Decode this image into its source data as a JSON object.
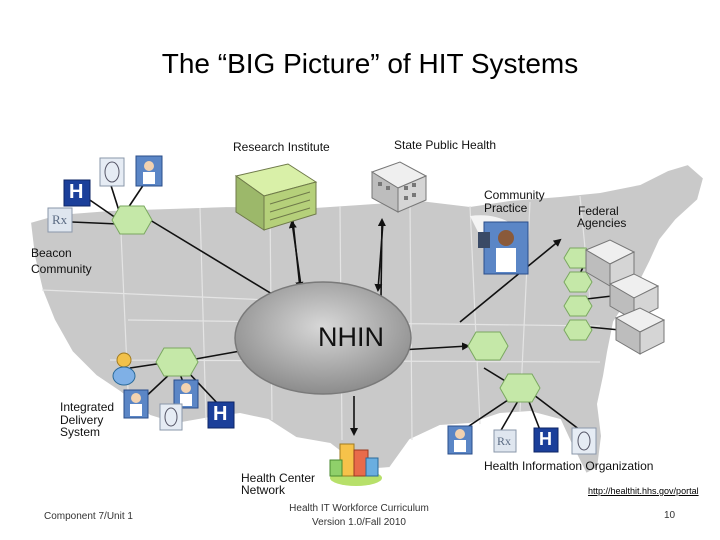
{
  "slide": {
    "title": "The “BIG Picture” of HIT Systems"
  },
  "nodes": {
    "research_institute": "Research Institute",
    "state_public_health": "State Public Health",
    "community_practice": [
      "Community",
      "Practice"
    ],
    "federal_agencies": [
      "Federal",
      "Agencies"
    ],
    "beacon_community": [
      "Beacon",
      "Community"
    ],
    "hub": "NHIN",
    "integrated_delivery": [
      "Integrated",
      "Delivery",
      "System"
    ],
    "health_center": [
      "Health Center",
      "Network"
    ],
    "hio": "Health Information Organization"
  },
  "icons": {
    "hospital_letter": "H",
    "pharmacy_letter": "Rx"
  },
  "footer": {
    "left": "Component 7/Unit 1",
    "center": [
      "Health IT Workforce Curriculum",
      "Version 1.0/Fall 2010"
    ],
    "url": "http://healthit.hhs.gov/portal",
    "page": "10"
  },
  "colors": {
    "map_fill": "#c9c9c9",
    "map_stroke": "#ffffff",
    "hub_fill": "#9a9a9a",
    "hex_fill": "#c5e8a8",
    "hex_stroke": "#7aa860",
    "hospital_blue": "#1b3f9a"
  }
}
